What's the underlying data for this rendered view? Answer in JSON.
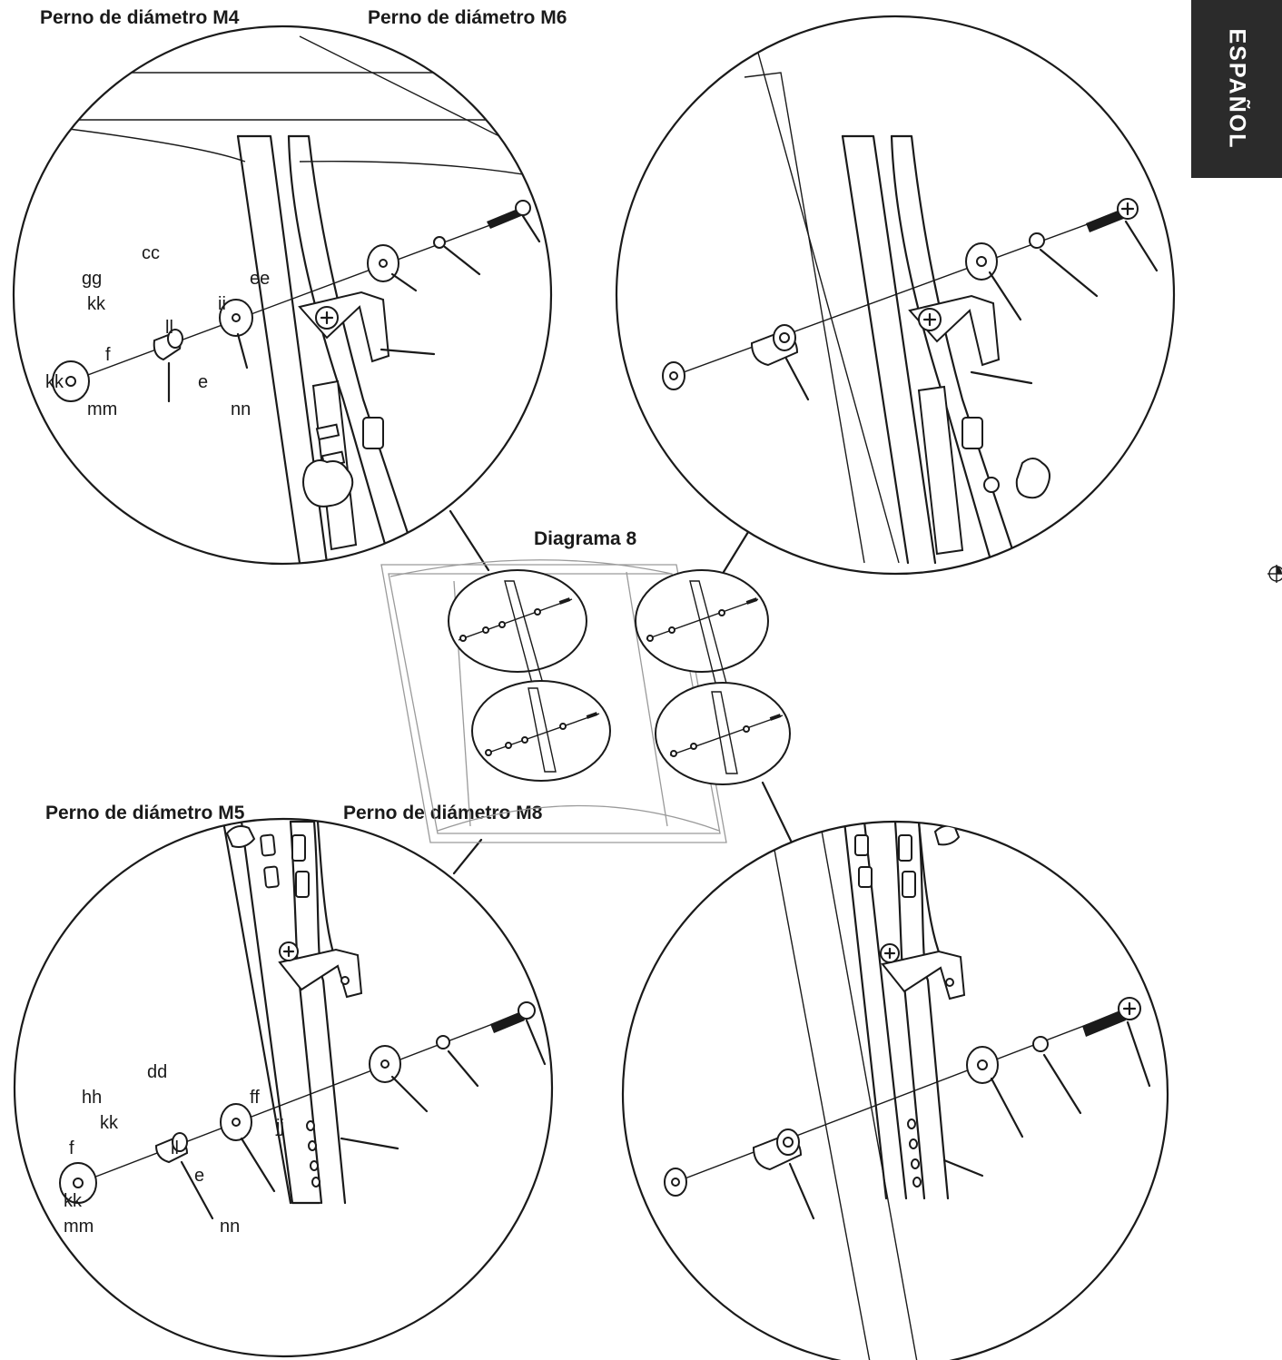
{
  "side_tab": {
    "label": "ESPAÑOL"
  },
  "diagram_title": "Diagrama 8",
  "headings": {
    "m4": "Perno de diámetro M4",
    "m6": "Perno de diámetro M6",
    "m5": "Perno de diámetro M5",
    "m8": "Perno de diámetro M8"
  },
  "panel_top_left": {
    "labels": [
      "cc",
      "gg",
      "kk",
      "ee",
      "ii",
      "ll",
      "f",
      "kk",
      "e",
      "mm",
      "nn"
    ]
  },
  "panel_bottom_left": {
    "labels": [
      "dd",
      "hh",
      "kk",
      "ff",
      "jj",
      "f",
      "ll",
      "e",
      "kk",
      "mm",
      "nn"
    ]
  }
}
